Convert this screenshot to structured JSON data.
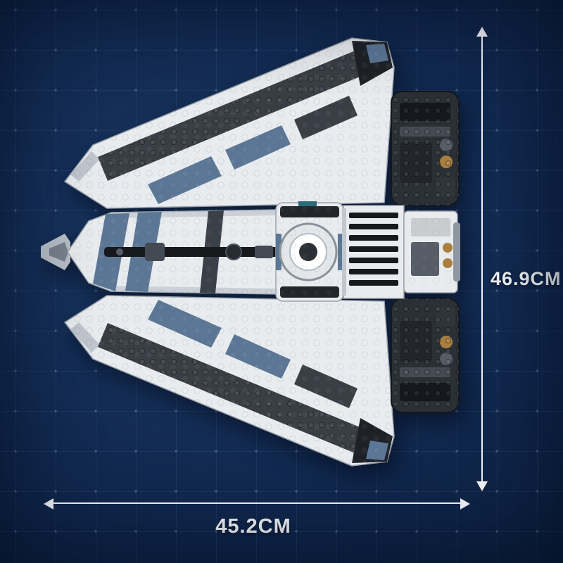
{
  "image": {
    "description": "Top view of a brick-built spaceship model displayed on a dark blue gridded background with overall size annotations"
  },
  "annotations": {
    "height": {
      "value": "46.9CM"
    },
    "width": {
      "value": "45.2CM"
    }
  },
  "colors": {
    "background_center": "#1c3b69",
    "background_mid": "#10264b",
    "background_edge": "#081832",
    "grid_line": "rgba(140,175,220,0.09)",
    "grid_cross": "rgba(185,210,240,0.26)",
    "dimension_line": "#f5f7fa",
    "hull_white": "#e9ecef",
    "hull_shadow": "#b9c0c8",
    "panel_dark": "#3a3f46",
    "panel_black": "#1e2126",
    "accent_slate_blue": "#5c7796",
    "accent_teal": "#2e6b7a",
    "accent_copper": "#a87f3f"
  }
}
